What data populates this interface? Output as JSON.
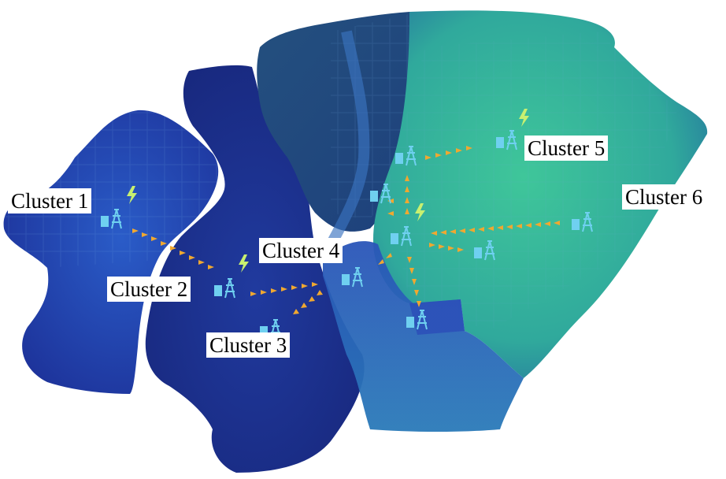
{
  "labels": {
    "cluster1": "Cluster 1",
    "cluster2": "Cluster 2",
    "cluster3": "Cluster 3",
    "cluster4": "Cluster 4",
    "cluster5": "Cluster 5",
    "cluster6": "Cluster 6"
  },
  "colors": {
    "deep_blue": "#1a2a8c",
    "mid_blue": "#2146b0",
    "teal": "#2a8c8a",
    "green_teal": "#35b79a",
    "arrow": "#f0a830",
    "lightning": "#c8f070",
    "icon": "#5fc8e8"
  },
  "icons": [
    "building-icon",
    "power-tower-icon",
    "lightning-icon",
    "arrow-chain"
  ]
}
